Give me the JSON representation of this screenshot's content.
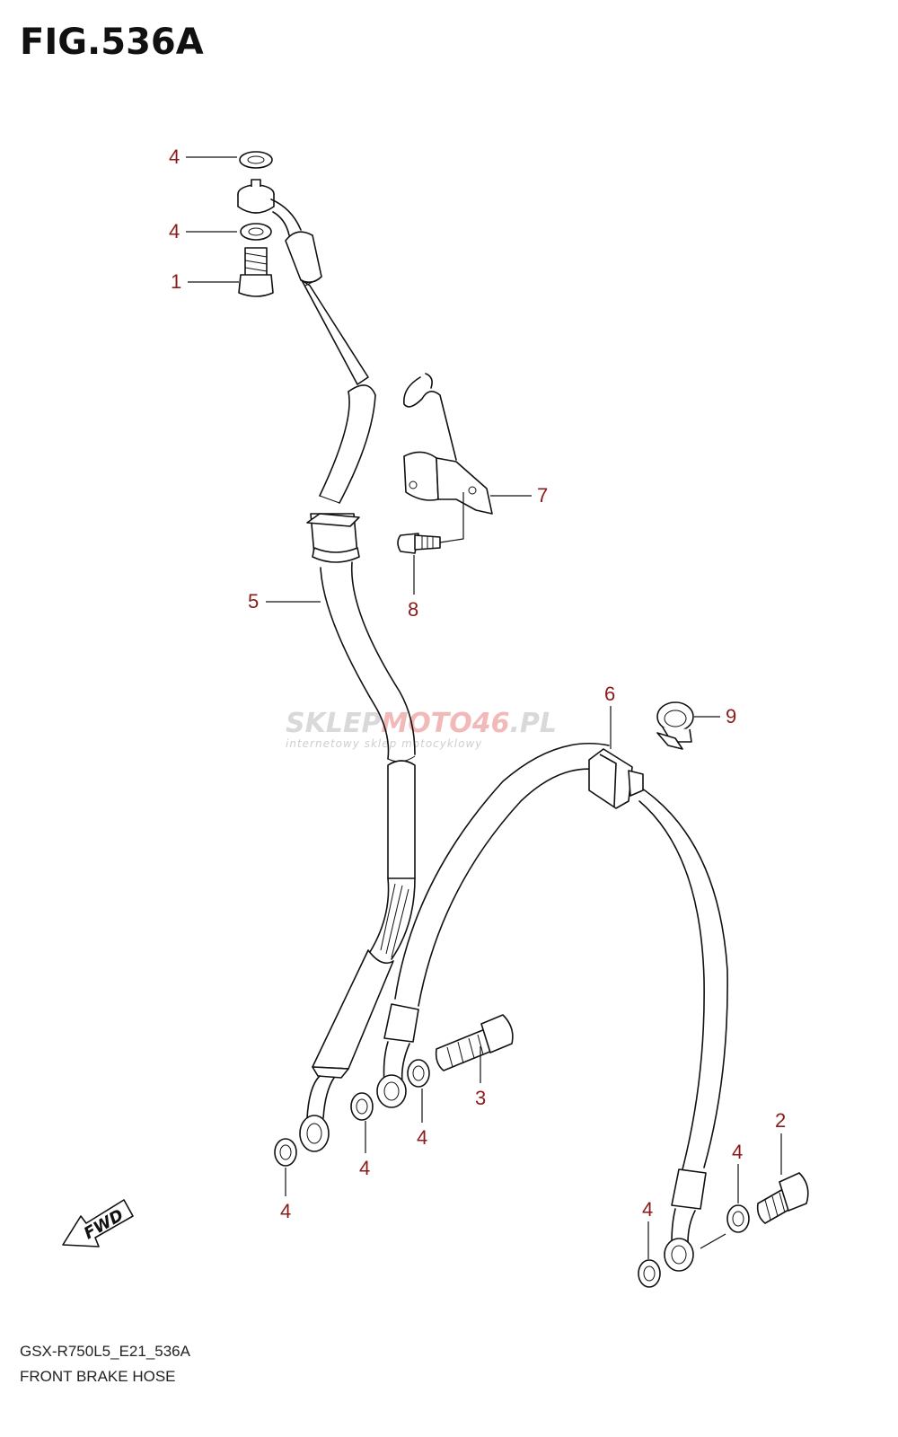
{
  "figure": {
    "title": "FIG.536A",
    "model_code": "GSX-R750L5_E21_536A",
    "caption": "FRONT BRAKE HOSE"
  },
  "watermark": {
    "main_a": "SKLEP",
    "main_b": "MOTO",
    "main_c": "46",
    "main_d": ".PL",
    "sub": "internetowy sklep motocyklowy"
  },
  "fwd_label": "FWD",
  "callouts": [
    {
      "id": "c-4a",
      "text": "4"
    },
    {
      "id": "c-4b",
      "text": "4"
    },
    {
      "id": "c-1",
      "text": "1"
    },
    {
      "id": "c-7",
      "text": "7"
    },
    {
      "id": "c-8",
      "text": "8"
    },
    {
      "id": "c-5",
      "text": "5"
    },
    {
      "id": "c-6",
      "text": "6"
    },
    {
      "id": "c-9",
      "text": "9"
    },
    {
      "id": "c-3",
      "text": "3"
    },
    {
      "id": "c-4c",
      "text": "4"
    },
    {
      "id": "c-4d",
      "text": "4"
    },
    {
      "id": "c-4e",
      "text": "4"
    },
    {
      "id": "c-2",
      "text": "2"
    },
    {
      "id": "c-4f",
      "text": "4"
    },
    {
      "id": "c-4g",
      "text": "4"
    }
  ],
  "colors": {
    "callout": "#8b1a1a",
    "line": "#111111",
    "watermark_gray": "#d9d9d9",
    "watermark_red": "#f2b9b9"
  }
}
